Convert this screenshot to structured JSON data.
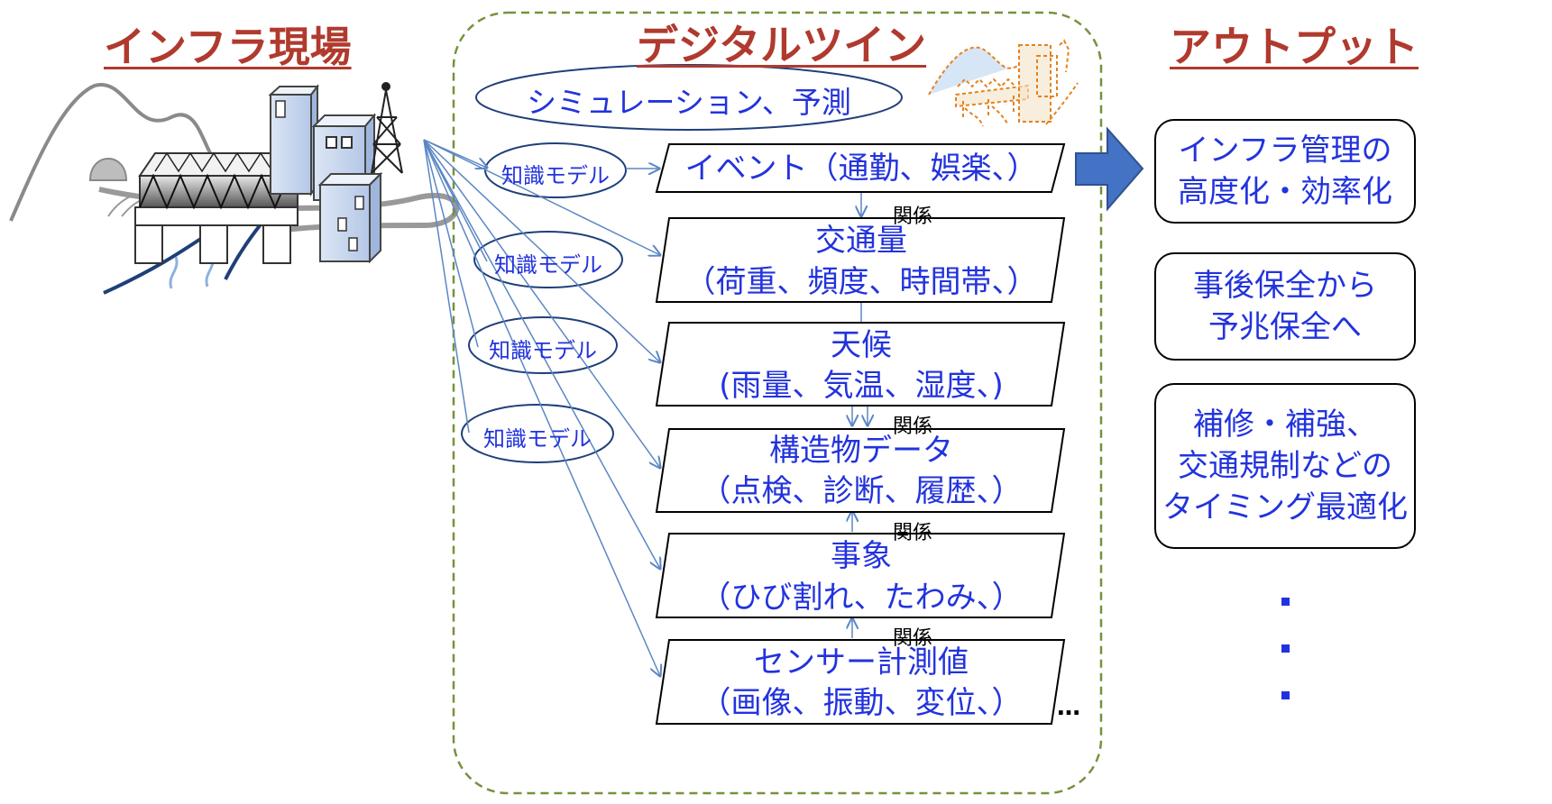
{
  "headings": {
    "left": "インフラ現場",
    "center": "デジタルツイン",
    "right": "アウトプット"
  },
  "simulation_label": "シミュレーション、予測",
  "knowledge_model_label": "知識モデル",
  "relation_label": "関係",
  "layers": [
    {
      "title": "イベント（通勤、娯楽、）",
      "detail": ""
    },
    {
      "title": "交通量",
      "detail": "（荷重、頻度、時間帯、）"
    },
    {
      "title": "天候",
      "detail": "(雨量、気温、湿度、)"
    },
    {
      "title": "構造物データ",
      "detail": "（点検、診断、履歴、）"
    },
    {
      "title": "事象",
      "detail": "（ひび割れ、たわみ、）"
    },
    {
      "title": "センサー計測値",
      "detail": "（画像、振動、変位、）"
    }
  ],
  "more_mark": "…",
  "outputs": [
    {
      "line1": "インフラ管理の",
      "line2": "高度化・効率化",
      "line3": ""
    },
    {
      "line1": "事後保全から",
      "line2": "予兆保全へ",
      "line3": ""
    },
    {
      "line1": "補修・補強、",
      "line2": "交通規制などの",
      "line3": "タイミング最適化"
    }
  ],
  "colors": {
    "heading": "#b03a2e",
    "text_blue": "#2233dd",
    "arrow_blue": "#4472c4",
    "dashed_border": "#76923c",
    "line_blue": "#5b87c5"
  }
}
